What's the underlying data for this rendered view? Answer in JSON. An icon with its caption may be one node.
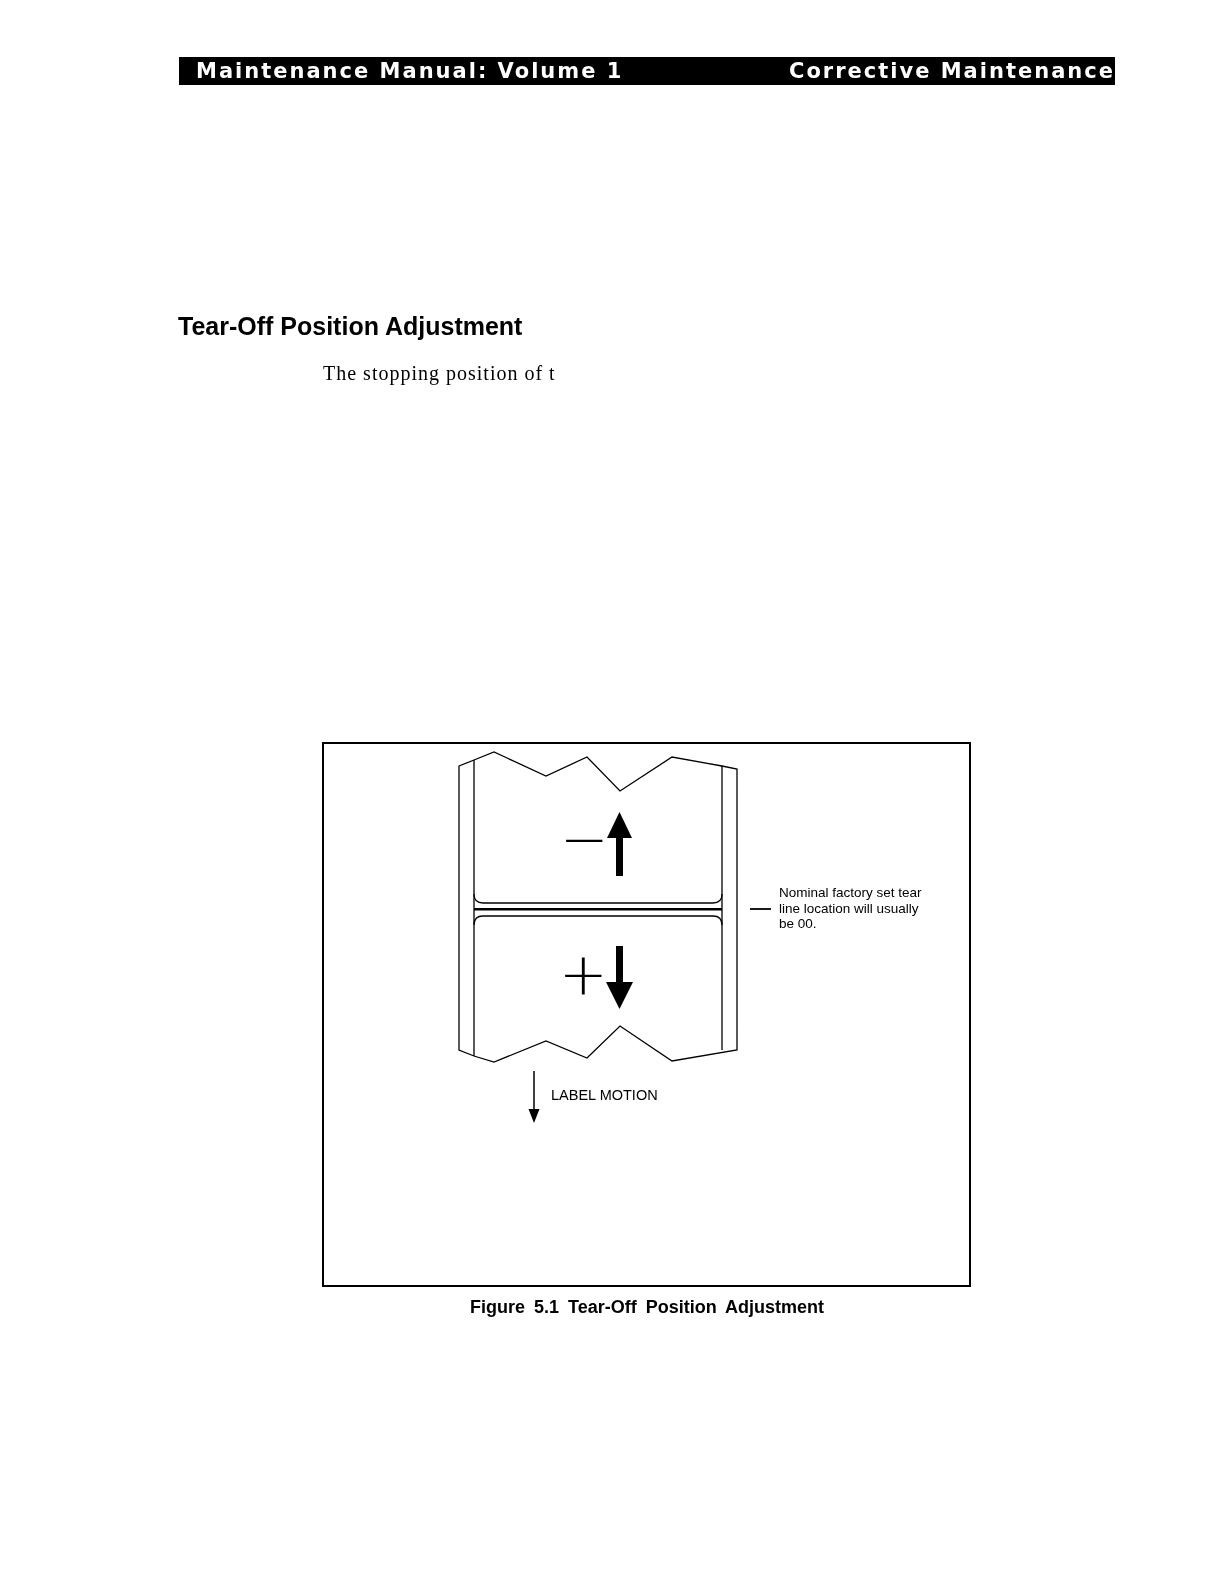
{
  "diagram": {
    "title": "Tear-Off Position Adjustment",
    "caption": "Figure 5.1 Tear-Off Position Adjustment",
    "nodes": [
      {
        "text": [
          "Nominal factory set tear line location will usually be 00."
        ]
      },
      {
        "text": [],
        "shape": "bar"
      }
    ],
    "edges": [
      {
        "from": 0,
        "to": 1,
        "arrow": "none"
      }
    ],
    "labels": [
      "Maintenance Manual: Volume 1",
      "Corrective Maintenance",
      "The stopping position of t",
      "−",
      "+",
      "LABEL MOTION"
    ]
  }
}
